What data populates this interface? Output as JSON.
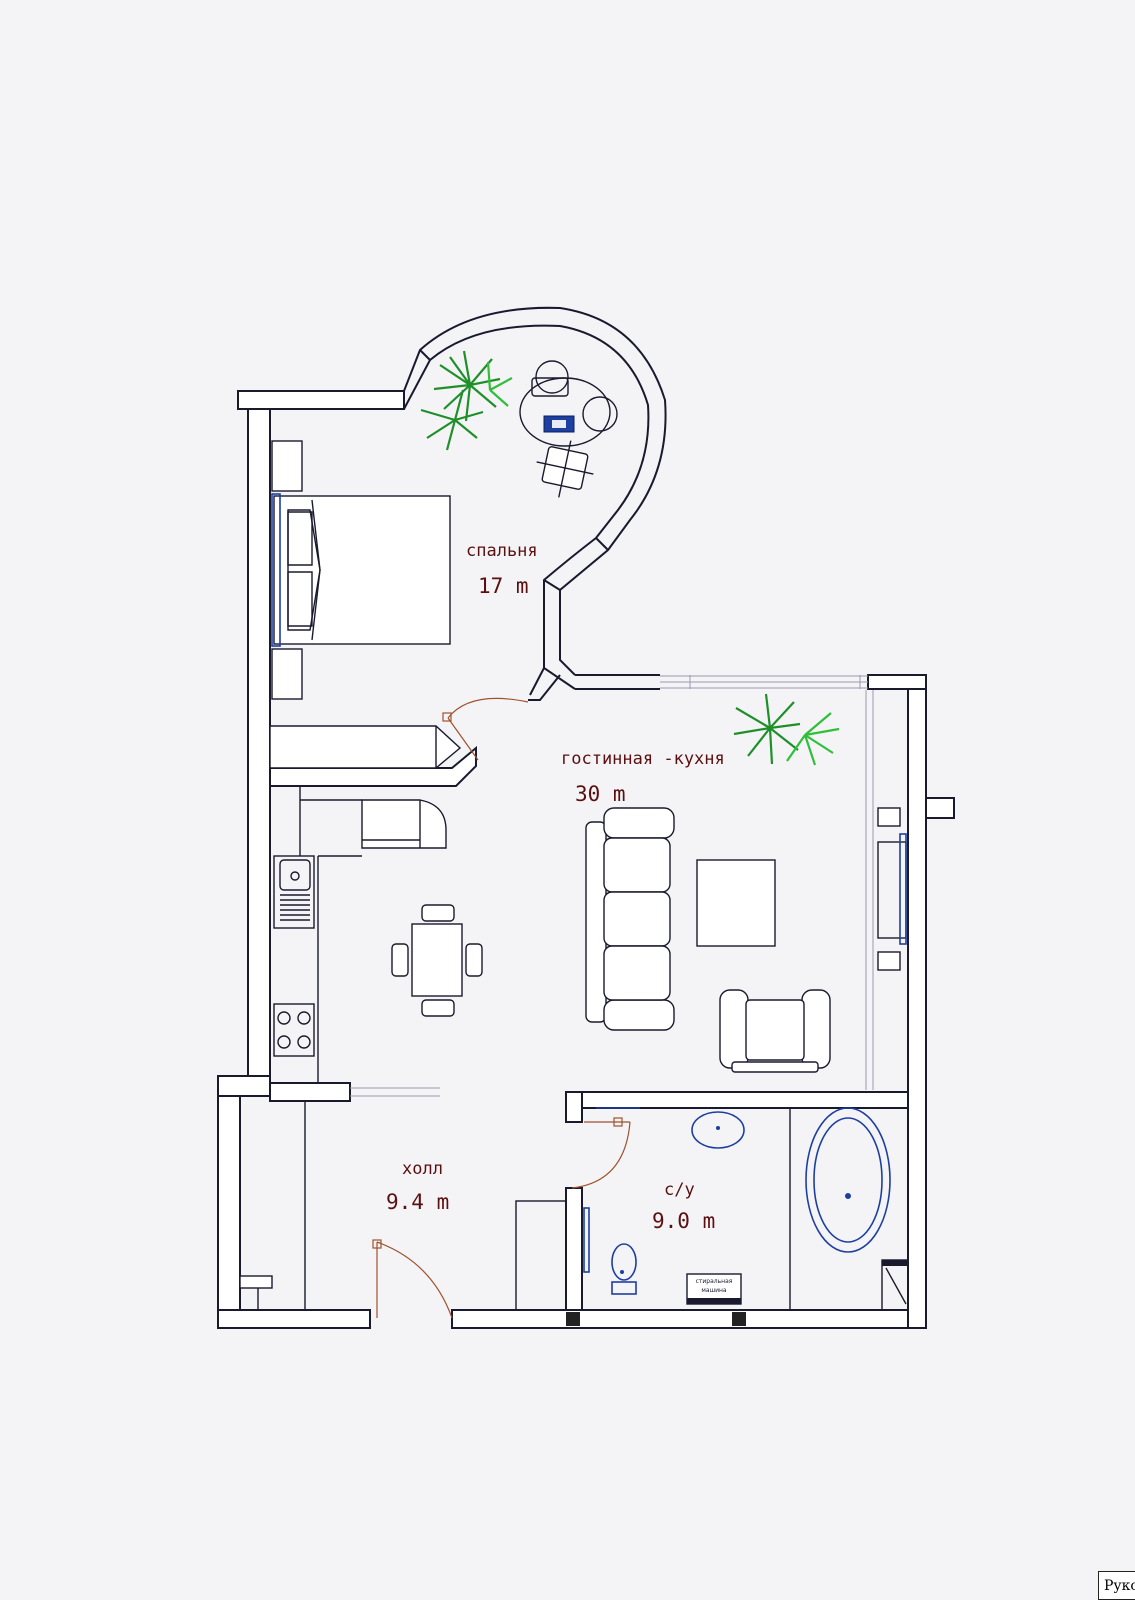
{
  "rooms": {
    "bedroom": {
      "name": "спальня",
      "area": "17 m"
    },
    "living_kitchen": {
      "name": "гостинная -кухня",
      "area": "30 m"
    },
    "hall": {
      "name": "холл",
      "area": "9.4 m"
    },
    "bathroom": {
      "name": "с/у",
      "area": "9.0 m"
    }
  },
  "appliances": {
    "washing_machine": [
      "стиральная",
      "машина"
    ]
  },
  "corner_tag": "Руко",
  "colors": {
    "wall": "#1a1a2e",
    "furniture_accent": "#1d3fa0",
    "door": "#a0522d",
    "label": "#5a1010",
    "plant": "#1f8f2a"
  }
}
